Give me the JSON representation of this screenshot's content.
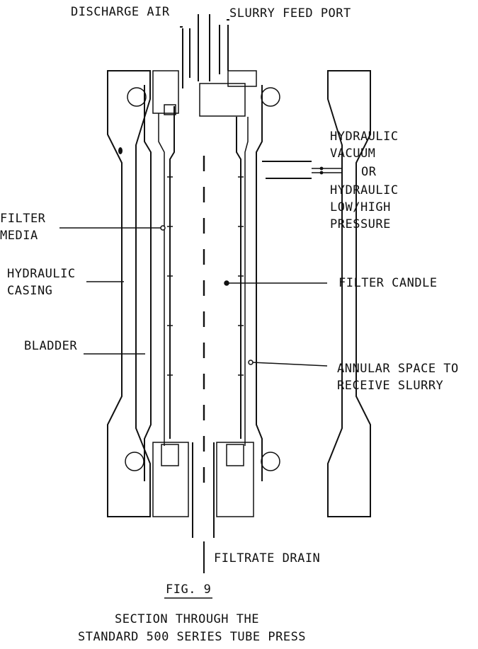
{
  "labels": {
    "discharge_air": "DISCHARGE AIR",
    "slurry_feed_port": "SLURRY FEED PORT",
    "hydraulic_1": "HYDRAULIC",
    "vacuum": "VACUUM",
    "or": "OR",
    "hydraulic_2": "HYDRAULIC",
    "low_high": "LOW/HIGH",
    "pressure": "PRESSURE",
    "filter": "FILTER",
    "media": "MEDIA",
    "hydraulic_casing_1": "HYDRAULIC",
    "hydraulic_casing_2": "CASING",
    "filter_candle": "FILTER CANDLE",
    "bladder": "BLADDER",
    "annular_1": "ANNULAR SPACE TO",
    "annular_2": "RECEIVE SLURRY",
    "filtrate_drain": "FILTRATE DRAIN"
  },
  "figure": {
    "number": "FIG. 9",
    "caption_line1": "SECTION THROUGH THE",
    "caption_line2": "STANDARD 500 SERIES TUBE PRESS"
  }
}
